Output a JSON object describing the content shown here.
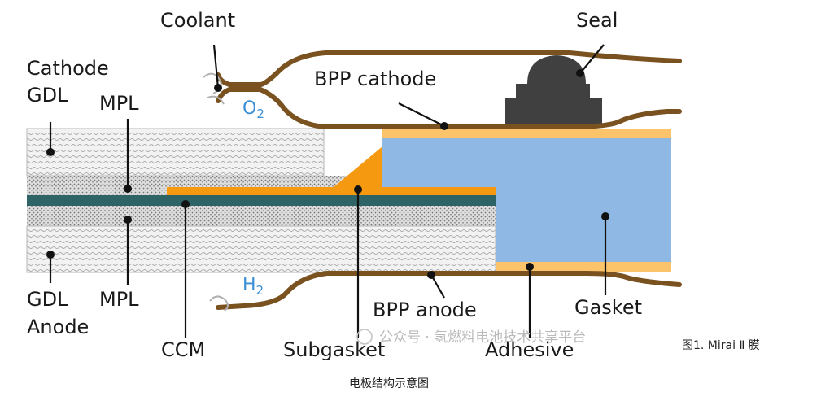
{
  "labels": {
    "coolant": "Coolant",
    "seal": "Seal",
    "cathode_gdl_line1": "Cathode",
    "cathode_gdl_line2": "GDL",
    "mpl_top": "MPL",
    "bpp_cathode": "BPP cathode",
    "o2_main": "O",
    "o2_sub": "2",
    "h2_main": "H",
    "h2_sub": "2",
    "gdl_anode_line1": "GDL",
    "gdl_anode_line2": "Anode",
    "mpl_bottom": "MPL",
    "ccm": "CCM",
    "subgasket": "Subgasket",
    "bpp_anode": "BPP anode",
    "adhesive": "Adhesive",
    "gasket": "Gasket"
  },
  "watermark": "公众号 · 氢燃料电池技术共享平台",
  "figure_caption_line1": "图1. Mirai Ⅱ 膜",
  "figure_caption_line2": "电极结构示意图",
  "colors": {
    "bpp": "#7a5220",
    "subgasket": "#f59a10",
    "adhesive": "#fbc46a",
    "gasket": "#8fb9e4",
    "seal": "#404040",
    "ccm": "#2f6466",
    "gas_label": "#3a8fd6"
  }
}
